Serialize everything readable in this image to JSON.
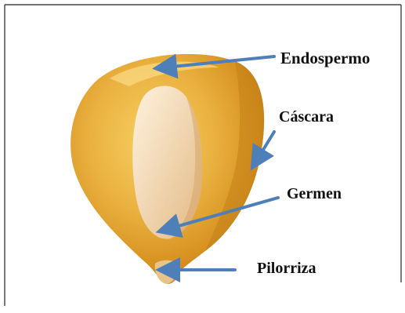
{
  "diagram": {
    "labels": {
      "endosperm": "Endospermo",
      "hull": "Cáscara",
      "germ": "Germen",
      "tip_cap": "Pilorriza"
    }
  },
  "colors": {
    "arrow": "#4f7fb8",
    "kernel_outer": "#d9941f",
    "kernel_highlight": "#f5c85c",
    "germ": "#f1d9b6",
    "border": "#222222"
  }
}
